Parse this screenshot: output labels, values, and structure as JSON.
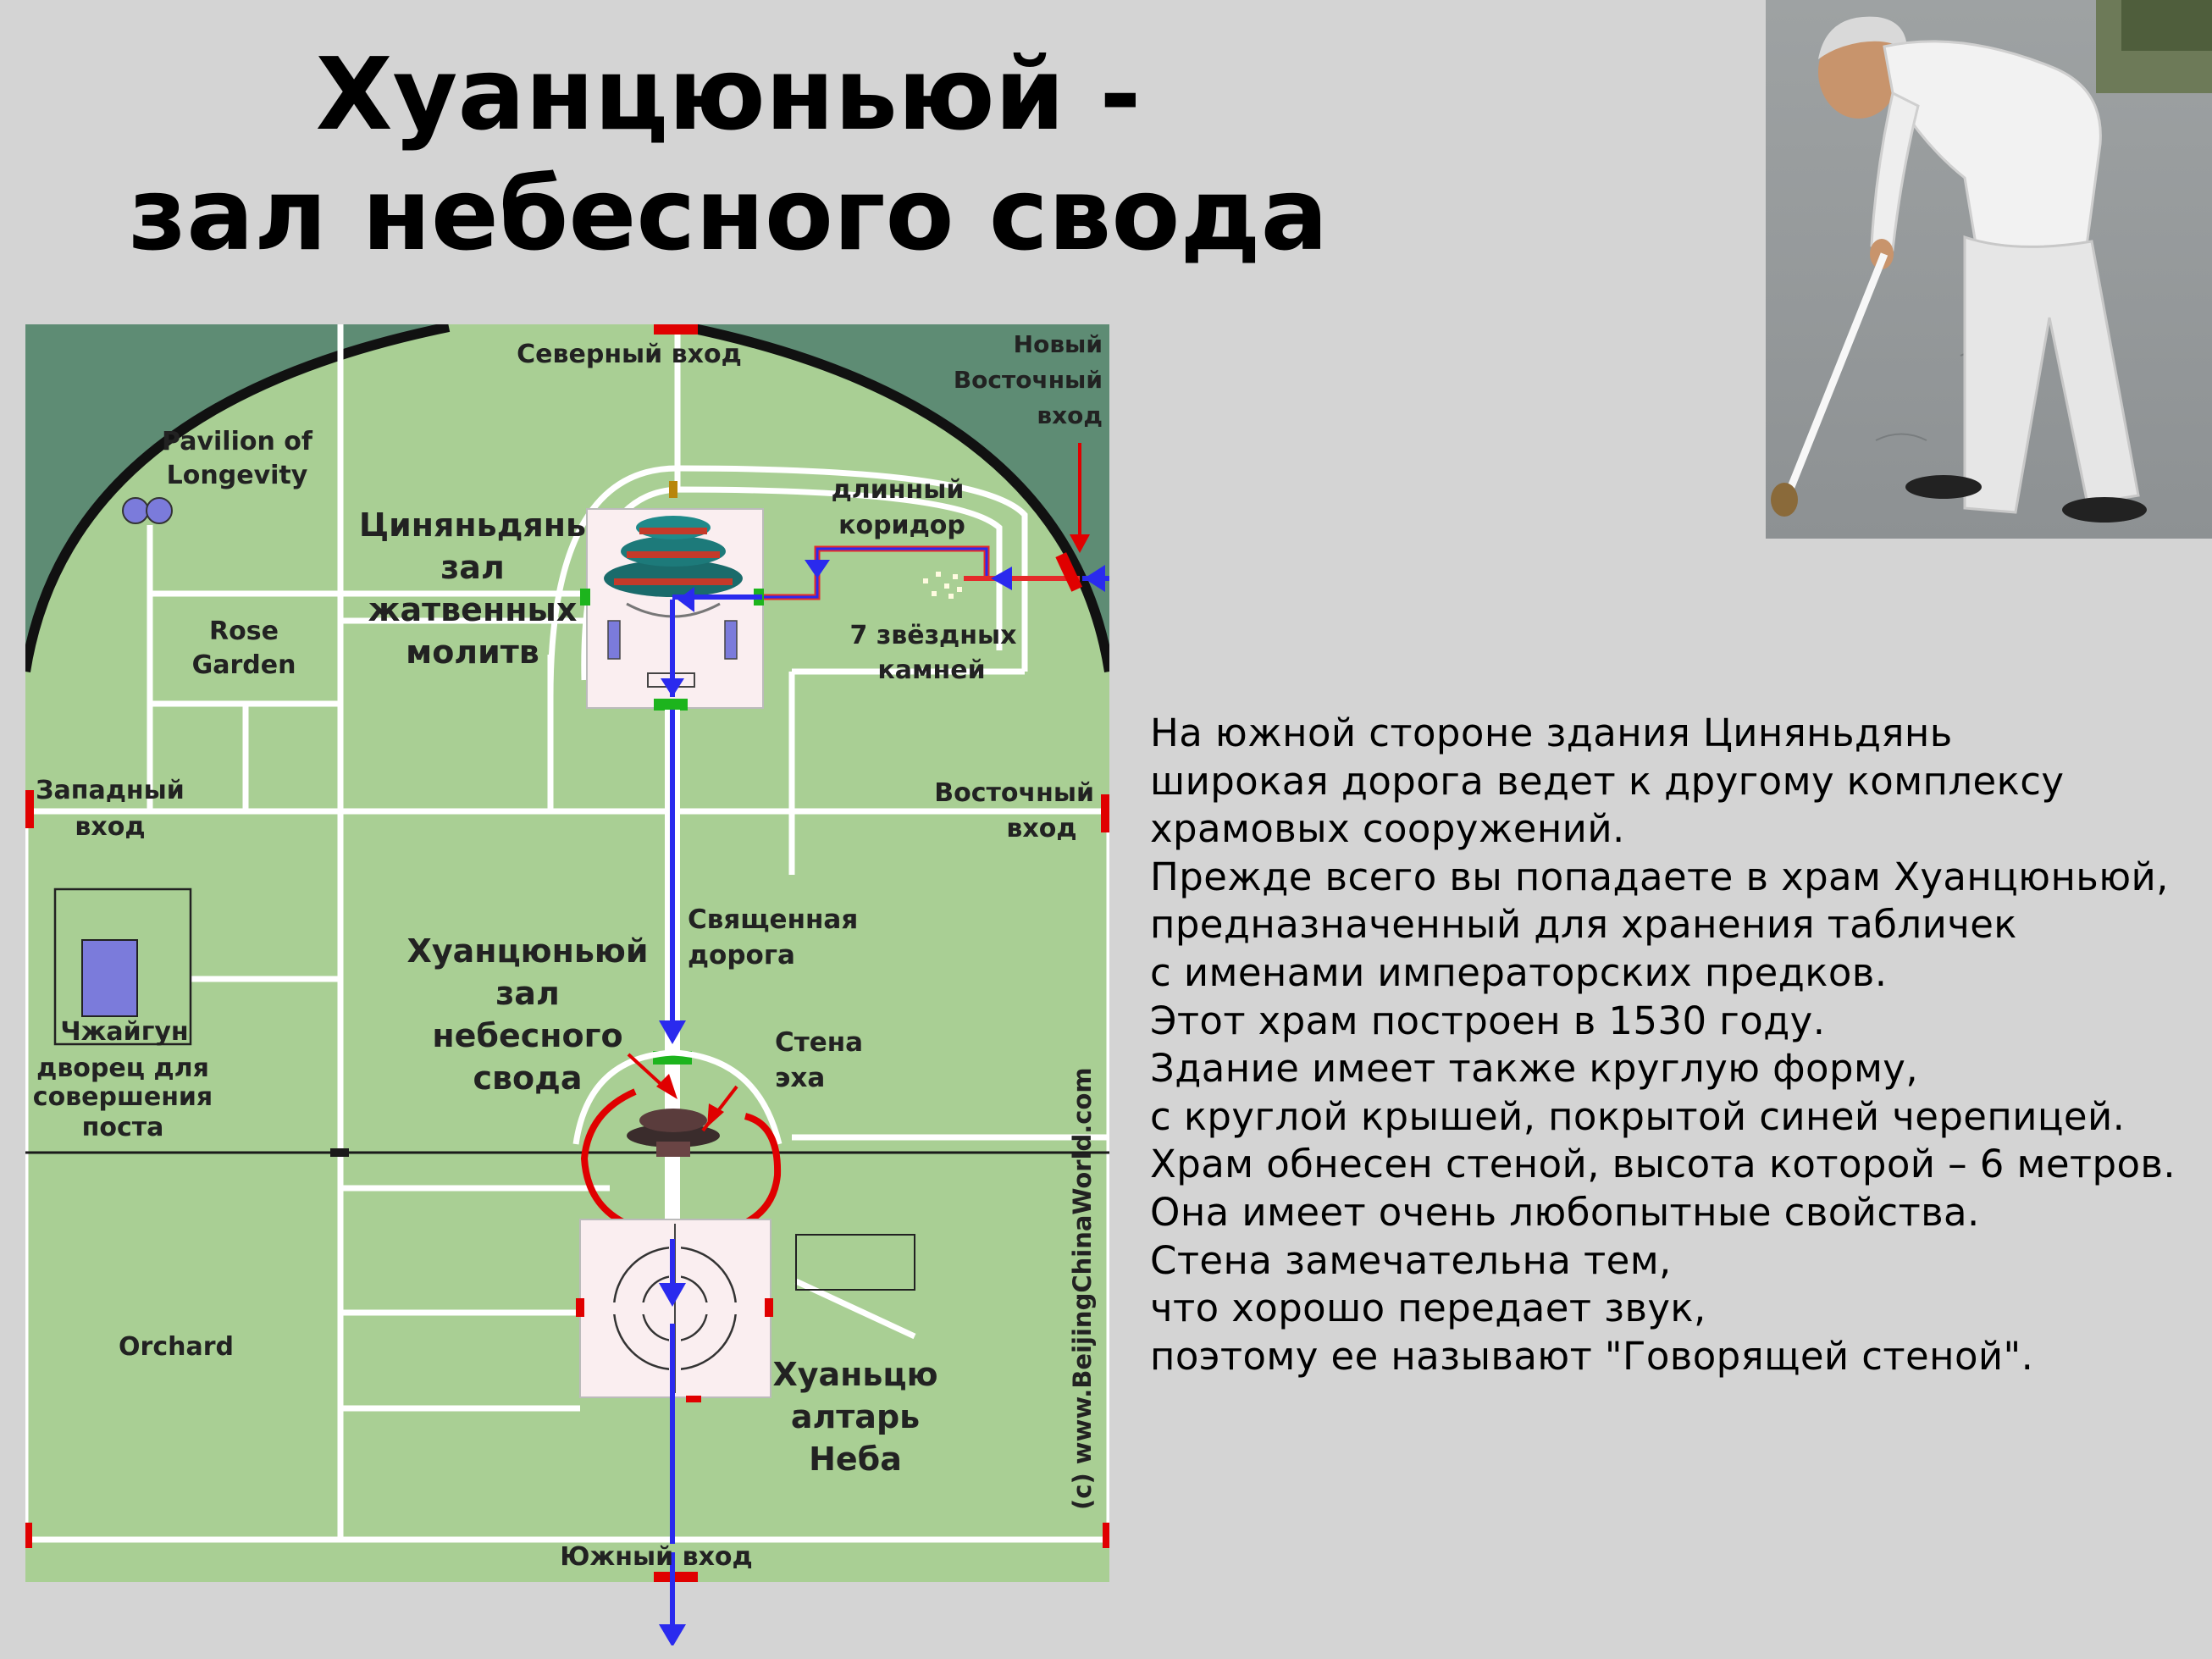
{
  "slide": {
    "title_line1": "Хуанцюньюй -",
    "title_line2": "зал небесного свода"
  },
  "photo": {
    "description": "Elderly man writing on pavement with a water brush"
  },
  "map": {
    "labels": {
      "north_entrance": "Северный вход",
      "new_east_entrance_1": "Новый",
      "new_east_entrance_2": "Восточный",
      "new_east_entrance_3": "вход",
      "pavilion_1": "Pavilion of",
      "pavilion_2": "Longevity",
      "long_corridor_1": "длинный",
      "long_corridor_2": "коридор",
      "qiniandian_1": "Циняньдянь",
      "qiniandian_2": "зал",
      "qiniandian_3": "жатвенных",
      "qiniandian_4": "молитв",
      "rose_garden_1": "Rose",
      "rose_garden_2": "Garden",
      "seven_stars_1": "7 звёздных",
      "seven_stars_2": "камней",
      "west_entrance_1": "Западный",
      "west_entrance_2": "вход",
      "east_entrance_1": "Восточный",
      "east_entrance_2": "вход",
      "sacred_way_1": "Священная",
      "sacred_way_2": "дорога",
      "huangqiongyu_1": "Хуанцюньюй",
      "huangqiongyu_2": "зал",
      "huangqiongyu_3": "небесного",
      "huangqiongyu_4": "свода",
      "echo_wall_1": "Стена",
      "echo_wall_2": "эха",
      "zhaigong_1": "Чжайгун",
      "zhaigong_2": "дворец для",
      "zhaigong_3": "совершения",
      "zhaigong_4": "поста",
      "orchard": "Orchard",
      "altar_1": "Хуаньцю",
      "altar_2": "алтарь",
      "altar_3": "Неба",
      "south_entrance": "Южный вход",
      "copyright": "(c) www.BeijingChinaWorld.com"
    },
    "colors": {
      "park": "#a9cf94",
      "outer": "#5e8c74",
      "road": "#ffffff",
      "route": "#2a2aee",
      "highlight": "#e00000"
    }
  },
  "body_text": {
    "lines": [
      "На южной стороне здания Циняньдянь",
      "широкая дорога ведет к другому комплексу",
      "храмовых сооружений.",
      "Прежде всего вы попадаете в храм Хуанцюньюй,",
      "предназначенный для хранения табличек",
      "с именами императорских предков.",
      "Этот храм построен в 1530 году.",
      "Здание имеет также круглую форму,",
      "с круглой крышей, покрытой синей черепицей.",
      "Храм обнесен стеной, высота которой – 6 метров.",
      "Она имеет очень любопытные свойства.",
      "Стена замечательна тем,",
      "что хорошо передает звук,",
      "поэтому ее называют \"Говорящей стеной\"."
    ]
  }
}
